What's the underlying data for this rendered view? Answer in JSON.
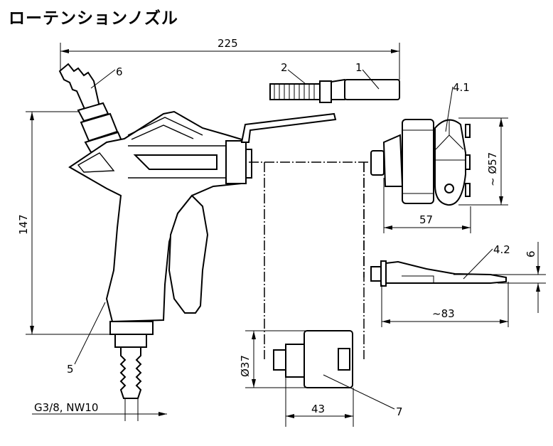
{
  "title": "ローテンションノズル",
  "dimensions": {
    "overall_length": "225",
    "height": "147",
    "nozzle_41_width": "57",
    "nozzle_41_diameter": "~ Ø57",
    "nozzle_42_length": "~83",
    "nozzle_42_height": "6",
    "part7_diameter": "Ø37",
    "part7_length": "43",
    "connection": "G3/8, NW10"
  },
  "callouts": {
    "p1": "1",
    "p2": "2",
    "p41": "4.1",
    "p42": "4.2",
    "p5": "5",
    "p6": "6",
    "p7": "7"
  }
}
